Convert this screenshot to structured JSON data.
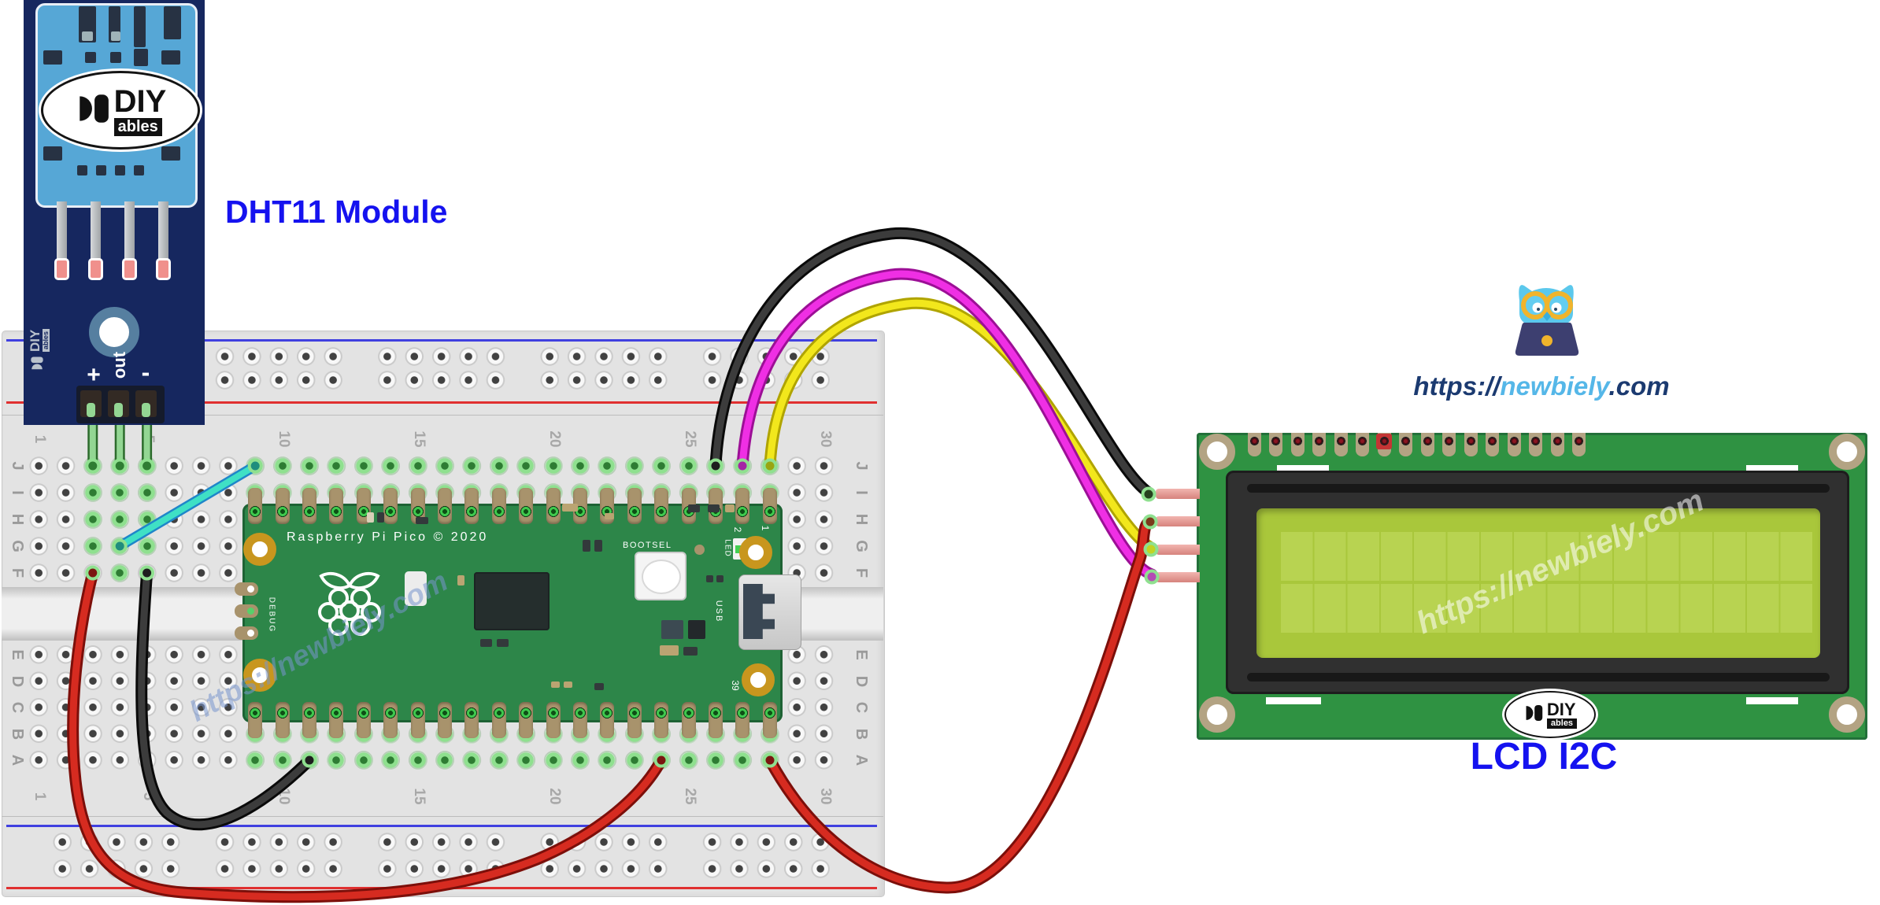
{
  "labels": {
    "dht11_module": "DHT11 Module",
    "lcd_i2c": "LCD I2C"
  },
  "branding": {
    "url_https": "https://",
    "url_name": "newbiely",
    "url_tld": ".com",
    "watermark_url": "https://newbiely.com",
    "owl_icon": "owl-laptop-mascot"
  },
  "dht11_module": {
    "pin_labels": [
      "+",
      "out",
      "-"
    ],
    "brand": {
      "glyph": "diyables-logo",
      "line1": "DIY",
      "line2": "ables"
    }
  },
  "breadboard": {
    "row_letters_top": [
      "J",
      "I",
      "H",
      "G",
      "F"
    ],
    "row_letters_bottom": [
      "E",
      "D",
      "C",
      "B",
      "A"
    ],
    "column_numbers": [
      "1",
      "5",
      "10",
      "15",
      "20",
      "25",
      "30"
    ]
  },
  "pico": {
    "silkscreen_title": "Raspberry Pi Pico © 2020",
    "bootsel_label": "BOOTSEL",
    "led_label": "LED",
    "usb_label": "USB",
    "debug_label": "DEBUG",
    "pin_label_1": "1",
    "pin_label_2": "2",
    "pin_label_39": "39"
  },
  "lcd": {
    "brand": {
      "glyph": "diyables-logo",
      "line1": "DIY",
      "line2": "ables"
    },
    "top_pin_count": 16,
    "top_pin_highlighted_index": 7,
    "char_columns": 16,
    "char_rows": 2
  },
  "wires": [
    {
      "name": "dht11-plus-to-breadboard",
      "color": "green",
      "hex": "#93d693",
      "outline": "#2c6b2c",
      "from": "DHT11 +",
      "to": "breadboard J3"
    },
    {
      "name": "dht11-out-to-breadboard",
      "color": "green",
      "hex": "#93d693",
      "outline": "#2c6b2c",
      "from": "DHT11 out",
      "to": "breadboard J4"
    },
    {
      "name": "dht11-minus-to-breadboard",
      "color": "green",
      "hex": "#93d693",
      "outline": "#2c6b2c",
      "from": "DHT11 -",
      "to": "breadboard J5"
    },
    {
      "name": "dht11-out-to-pico",
      "color": "cyan",
      "hex": "#3fe0c5",
      "outline": "#1f86c9",
      "from": "breadboard G4",
      "to": "breadboard J9 (Pico pin)"
    },
    {
      "name": "dht11-plus-to-pico-power",
      "color": "red",
      "hex": "#d62b20",
      "outline": "#7c0f0a",
      "from": "breadboard F3",
      "to": "breadboard A24 (Pico pin)"
    },
    {
      "name": "dht11-minus-to-pico-gnd",
      "color": "black",
      "hex": "#3c3c3c",
      "outline": "#0a0a0a",
      "from": "breadboard F5",
      "to": "breadboard A11 (Pico pin)"
    },
    {
      "name": "pico-to-lcd-sda",
      "color": "yellow",
      "hex": "#f2e71c",
      "outline": "#b0a400",
      "from": "breadboard J28",
      "to": "LCD pin 3"
    },
    {
      "name": "pico-to-lcd-scl",
      "color": "magenta",
      "hex": "#ef2fe4",
      "outline": "#9c0f96",
      "from": "breadboard J27",
      "to": "LCD pin 4"
    },
    {
      "name": "pico-to-lcd-vcc",
      "color": "red",
      "hex": "#d62b20",
      "outline": "#7c0f0a",
      "from": "breadboard A28",
      "to": "LCD pin 2"
    },
    {
      "name": "pico-to-lcd-gnd",
      "color": "black",
      "hex": "#3c3c3c",
      "outline": "#0a0a0a",
      "from": "breadboard J26",
      "to": "LCD pin 1"
    }
  ],
  "colors": {
    "label_blue": "#1512ef",
    "pico_green": "#2d8649",
    "lcd_green": "#2f9242",
    "lcd_screen": "#a9c73b",
    "dht11_pcb_navy": "#16275f",
    "sensor_blue": "#56a7d6",
    "breadboard": "#e3e3e3",
    "rail_red": "#e03030",
    "rail_blue": "#4040e0",
    "highlight_green": "#8fe08f"
  }
}
